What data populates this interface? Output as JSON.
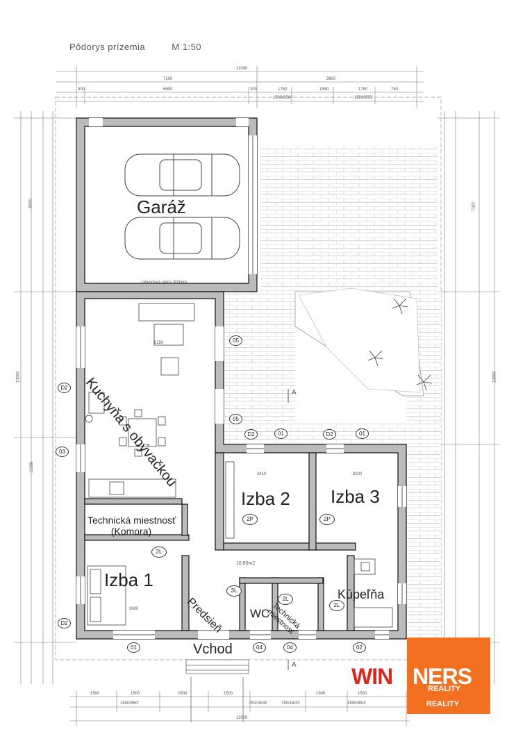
{
  "header": {
    "title": "Pôdorys prízemia",
    "scale": "M 1:50"
  },
  "rooms": {
    "garage": "Garáž",
    "kitchen": "Kuchyňa s obývačkou",
    "izba2": "Izba 2",
    "izba3": "Izba 3",
    "izba1": "Izba 1",
    "technical_a_1": "Technická miestnosť",
    "technical_a_2": "(Komora)",
    "hall": "Predsieň",
    "wc": "WC",
    "technical_b_1": "Technická",
    "technical_b_2": "miestnosť",
    "bath": "Kúpeľňa",
    "entrance": "Vchod"
  },
  "dimensions": {
    "top_total": "11000",
    "top_a": "7100",
    "top_b": "3900",
    "top_c1": "300",
    "top_c2": "6500",
    "top_c3": "300",
    "top_c4": "1750",
    "top_c5": "1550",
    "top_c6": "1750",
    "top_c7": "750",
    "win1": "1500/850/",
    "win2": "1500/850/",
    "left_total": "13000",
    "left_a": "6900",
    "left_b": "11300",
    "right_a": "7100",
    "right_b": "13000",
    "bottom_total": "11000",
    "bottom_a": "1500",
    "bottom_b": "1500",
    "bottom_c": "2900",
    "bottom_d": "1500",
    "bottom_e": "1900",
    "bottom_f": "1500",
    "win3": "1500/850/",
    "win4": "750/1600/",
    "win5": "750/1600/",
    "win6": "1500/850/",
    "area": "10,80m2",
    "kitchen_w": "5150",
    "izba2_w": "3410",
    "izba3_w": "3200",
    "izba1_w": "3600",
    "wall_note": "obvodová stena 300mm"
  },
  "tags": {
    "t_05a": "05",
    "t_05b": "05",
    "t_01a": "01",
    "t_01b": "01",
    "t_01c": "01",
    "t_03": "03",
    "t_04a": "04",
    "t_04b": "04",
    "t_02": "02",
    "t_d2": "D2",
    "t_d2b": "D2",
    "t_d2c": "D2",
    "t_d2d": "D2",
    "d_2p_a": "2P",
    "d_2p_b": "2P",
    "d_2l_a": "2L",
    "d_2l_b": "2L",
    "d_2l_c": "2L",
    "d_3l": "3L",
    "sec_a": "A",
    "sec_b": "A"
  },
  "logo": {
    "brand_a": "WIN",
    "brand_b": "NERS",
    "sub_a": "REALITY",
    "sub_b": "REALITY"
  }
}
